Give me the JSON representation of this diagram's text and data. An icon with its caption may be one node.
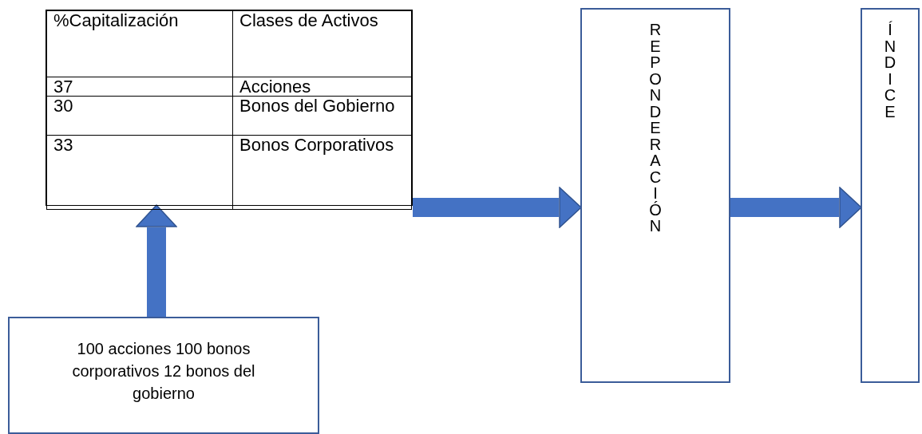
{
  "diagram": {
    "nodes": [
      {
        "text": [],
        "shape": "box"
      },
      {
        "text": [
          "100 acciones 100 bonos corporativos 12 bonos del gobierno"
        ]
      },
      {
        "text": [
          "REPONDERACIÓN"
        ]
      },
      {
        "text": [
          "ÍNDICE"
        ]
      }
    ],
    "edges": [
      {
        "from": 1,
        "to": 0,
        "arrow": "to"
      },
      {
        "from": 0,
        "to": 2,
        "arrow": "to"
      },
      {
        "from": 2,
        "to": 3,
        "arrow": "to"
      }
    ],
    "labels": [
      "%Capitalización",
      "Clases de Activos",
      "37",
      "Acciones",
      "30",
      "Bonos del Gobierno",
      "33",
      "Bonos Corporativos"
    ]
  }
}
